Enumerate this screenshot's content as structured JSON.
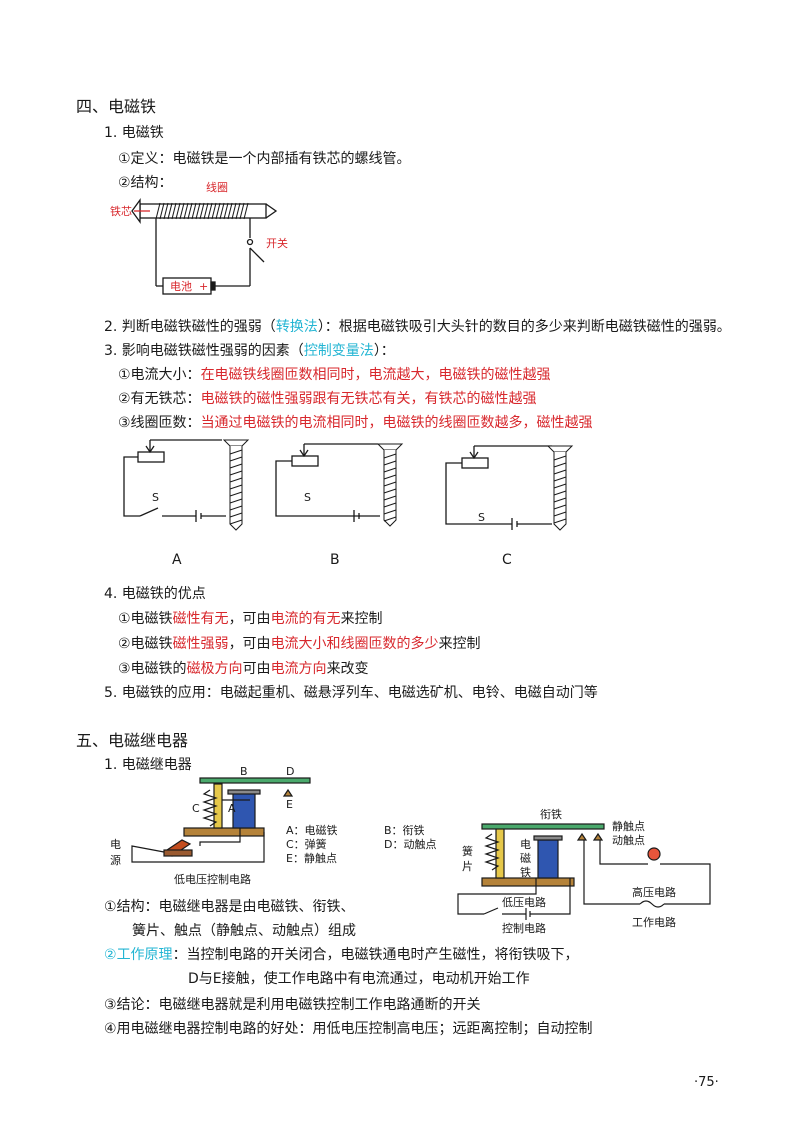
{
  "section4": {
    "title": "四、电磁铁",
    "s1": "1. 电磁铁",
    "def_a": "①定义：电磁铁是一个内部插有铁芯的螺线管。",
    "struct_a": "②结构：",
    "fig": {
      "coil": "线圈",
      "core": "铁芯",
      "switch": "开关",
      "battery": "电池",
      "plus": "+"
    },
    "s2_a": "2. 判断电磁铁磁性的强弱（",
    "s2_b": "转换法",
    "s2_c": "）：根据电磁铁吸引大头针的数目的多少来判断电磁铁磁性的强弱。",
    "s3_a": "3. 影响电磁铁磁性强弱的因素（",
    "s3_b": "控制变量法",
    "s3_c": "）：",
    "f1_a": "①电流大小：",
    "f1_b": "在电磁铁线圈匝数相同时，电流越大，电磁铁的磁性越强",
    "f2_a": "②有无铁芯：",
    "f2_b": "电磁铁的磁性强弱跟有无铁芯有关，有铁芯的磁性越强",
    "f3_a": "③线圈匝数：",
    "f3_b": "当通过电磁铁的电流相同时，电磁铁的线圈匝数越多，磁性越强",
    "circuits": {
      "s": "S",
      "a": "A",
      "b": "B",
      "c": "C"
    },
    "s4": "4. 电磁铁的优点",
    "a1_a": "①电磁铁",
    "a1_b": "磁性有无",
    "a1_c": "，可由",
    "a1_d": "电流的有无",
    "a1_e": "来控制",
    "a2_a": "②电磁铁",
    "a2_b": "磁性强弱",
    "a2_c": "，可由",
    "a2_d": "电流大小和线圈匝数的多少",
    "a2_e": "来控制",
    "a3_a": "③电磁铁的",
    "a3_b": "磁极方向",
    "a3_c": "可由",
    "a3_d": "电流方向",
    "a3_e": "来改变",
    "s5": "5. 电磁铁的应用：电磁起重机、磁悬浮列车、电磁选矿机、电铃、电磁自动门等"
  },
  "section5": {
    "title": "五、电磁继电器",
    "s1": "1. 电磁继电器",
    "fig1": {
      "b": "B",
      "d": "D",
      "c": "C",
      "a": "A",
      "e": "E",
      "power1": "电",
      "power2": "源",
      "caption": "低电压控制电路",
      "k_a": "A：电磁铁",
      "k_b": "B：衔铁",
      "k_c": "C：弹簧",
      "k_d": "D：动触点",
      "k_e": "E：静触点"
    },
    "fig2": {
      "armature": "衔铁",
      "static_contact": "静触点",
      "moving_contact": "动触点",
      "spring": "簧片",
      "electromagnet": "电磁铁",
      "low": "低压电路",
      "control": "控制电路",
      "high": "高压电路",
      "work": "工作电路"
    },
    "st_a": "①结构：电磁继电器是由电磁铁、衔铁、",
    "st_b": "簧片、触点（静触点、动触点）组成",
    "wp_a": "②",
    "wp_b": "工作原理",
    "wp_c": "：当控制电路的开关闭合，电磁铁通电时产生磁性，将衔铁吸下，",
    "wp_d": "D与E接触，使工作电路中有电流通过，电动机开始工作",
    "con": "③结论：电磁继电器就是利用电磁铁控制工作电路通断的开关",
    "adv": "④用电磁继电器控制电路的好处：用低电压控制高电压；远距离控制；自动控制"
  },
  "page_number": "·75·"
}
